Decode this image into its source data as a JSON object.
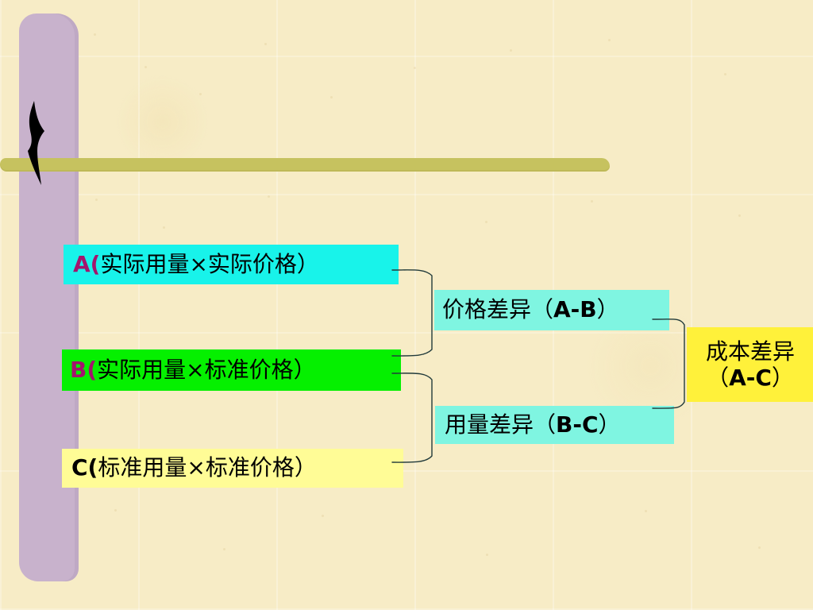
{
  "diagram": {
    "nodes": {
      "a": {
        "prefix": "A(",
        "text": "实际用量×实际价格）"
      },
      "b": {
        "prefix": "B(",
        "text": "实际用量×标准价格）"
      },
      "c": {
        "prefix": "C(",
        "text": "标准用量×标准价格）"
      },
      "price_variance": {
        "text": "价格差异（",
        "formula": "A-B",
        "suffix": "）"
      },
      "usage_variance": {
        "text": "用量差异（",
        "formula": "B-C",
        "suffix": "）"
      },
      "cost_variance": {
        "line1": "成本差异",
        "open": "（",
        "formula": "A-C",
        "close": "）"
      }
    }
  }
}
